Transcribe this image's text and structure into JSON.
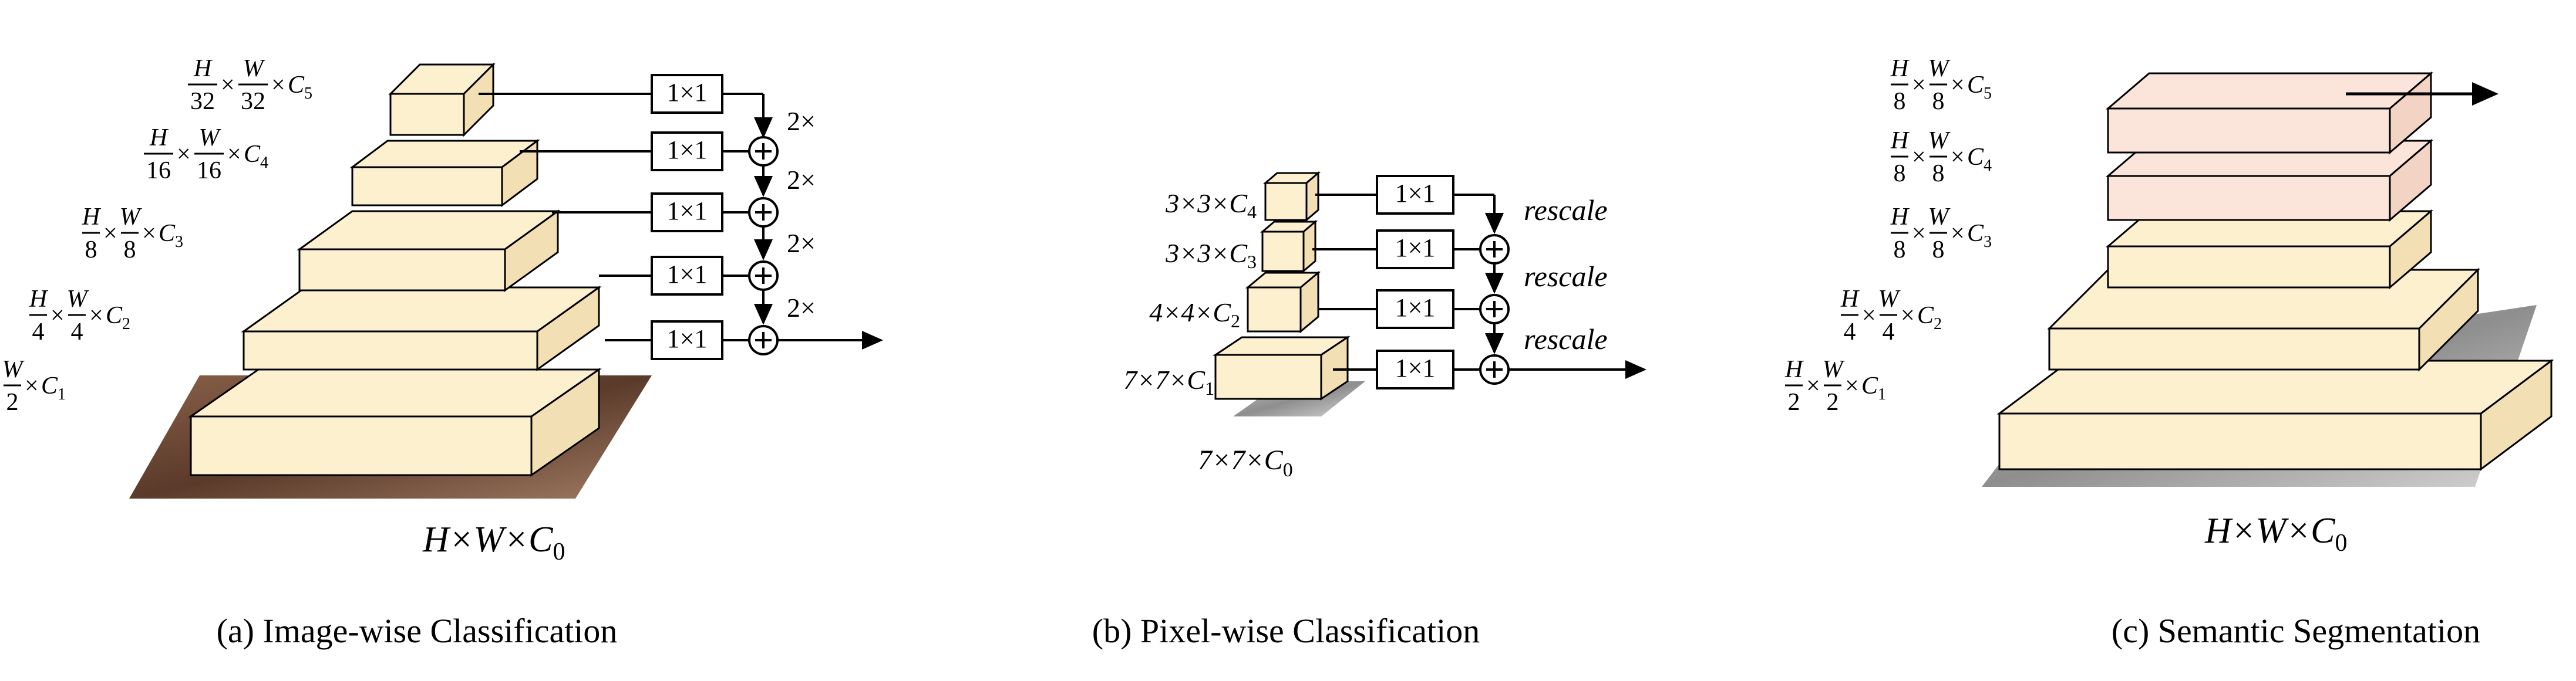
{
  "panels": [
    {
      "caption": "(a) Image-wise Classification",
      "input_label": {
        "base": "H×W×C",
        "sub": "0"
      },
      "level_labels": [
        {
          "num": "H",
          "den": "32",
          "num2": "W",
          "den2": "32",
          "c": "C",
          "sub": "5"
        },
        {
          "num": "H",
          "den": "16",
          "num2": "W",
          "den2": "16",
          "c": "C",
          "sub": "4"
        },
        {
          "num": "H",
          "den": "8",
          "num2": "W",
          "den2": "8",
          "c": "C",
          "sub": "3"
        },
        {
          "num": "H",
          "den": "4",
          "num2": "W",
          "den2": "4",
          "c": "C",
          "sub": "2"
        },
        {
          "num": "H",
          "den": "2",
          "num2": "W",
          "den2": "2",
          "c": "C",
          "sub": "1"
        }
      ],
      "conv_label": "1×1",
      "upsample_label": "2×"
    },
    {
      "caption": "(b) Pixel-wise Classification",
      "input_label": {
        "base": "7×7×C",
        "sub": "0"
      },
      "level_labels": [
        {
          "text": "3×3×C",
          "sub": "4"
        },
        {
          "text": "3×3×C",
          "sub": "3"
        },
        {
          "text": "4×4×C",
          "sub": "2"
        },
        {
          "text": "7×7×C",
          "sub": "1"
        }
      ],
      "conv_label": "1×1",
      "rescale_label": "rescale"
    },
    {
      "caption": "(c) Semantic Segmentation",
      "input_label": {
        "base": "H×W×C",
        "sub": "0"
      },
      "level_labels": [
        {
          "num": "H",
          "den": "8",
          "num2": "W",
          "den2": "8",
          "c": "C",
          "sub": "5"
        },
        {
          "num": "H",
          "den": "8",
          "num2": "W",
          "den2": "8",
          "c": "C",
          "sub": "4"
        },
        {
          "num": "H",
          "den": "8",
          "num2": "W",
          "den2": "8",
          "c": "C",
          "sub": "3"
        },
        {
          "num": "H",
          "den": "4",
          "num2": "W",
          "den2": "4",
          "c": "C",
          "sub": "2"
        },
        {
          "num": "H",
          "den": "2",
          "num2": "W",
          "den2": "2",
          "c": "C",
          "sub": "1"
        }
      ]
    }
  ],
  "colors": {
    "block_fill": "#fcf0cf",
    "block_fill_pink": "#fbe4da",
    "stroke": "#000000",
    "image_brown": "#6b4a38",
    "image_gray": "#a9a9a9"
  }
}
